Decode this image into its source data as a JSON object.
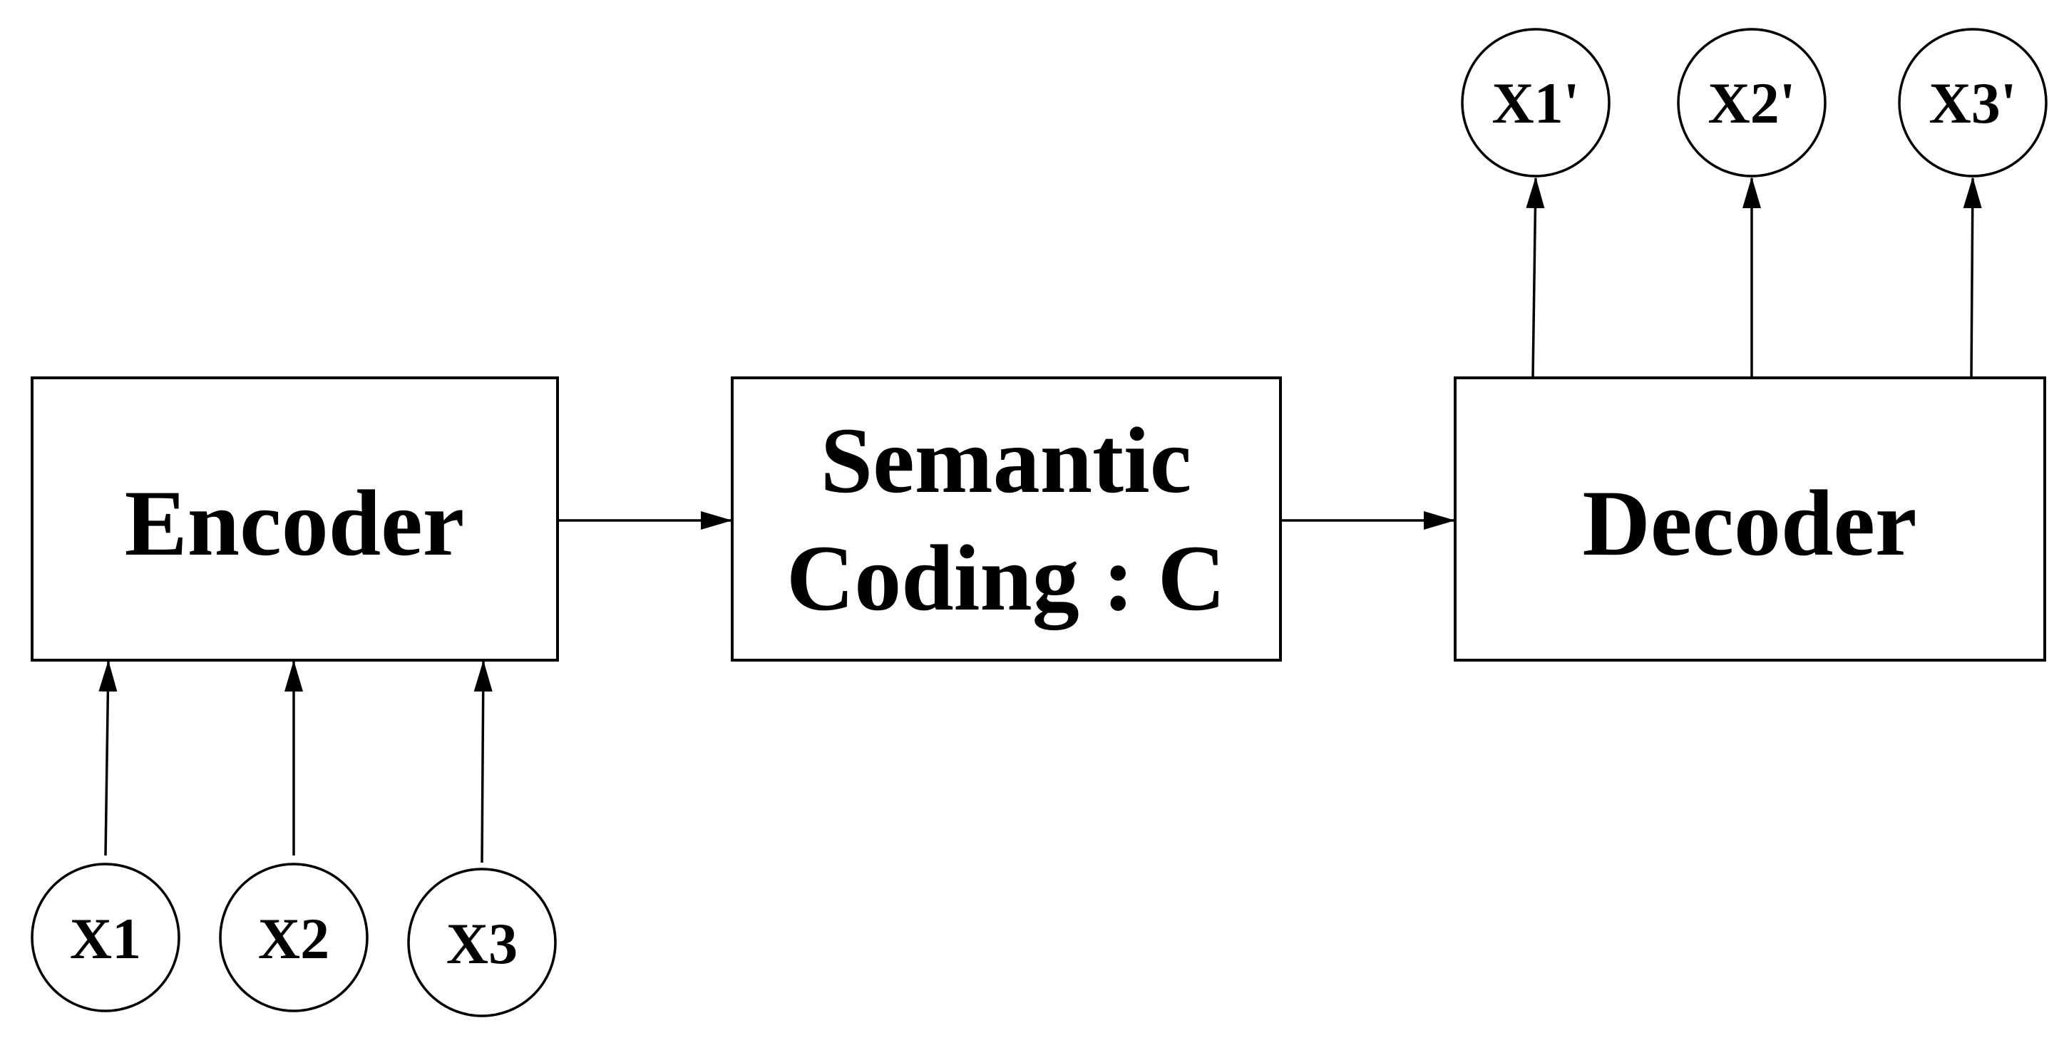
{
  "diagram": {
    "encoder": {
      "label": "Encoder"
    },
    "semantic": {
      "line1": "Semantic",
      "line2": "Coding : C"
    },
    "decoder": {
      "label": "Decoder"
    },
    "inputs": [
      "X1",
      "X2",
      "X3"
    ],
    "outputs": [
      "X1'",
      "X2'",
      "X3'"
    ]
  }
}
